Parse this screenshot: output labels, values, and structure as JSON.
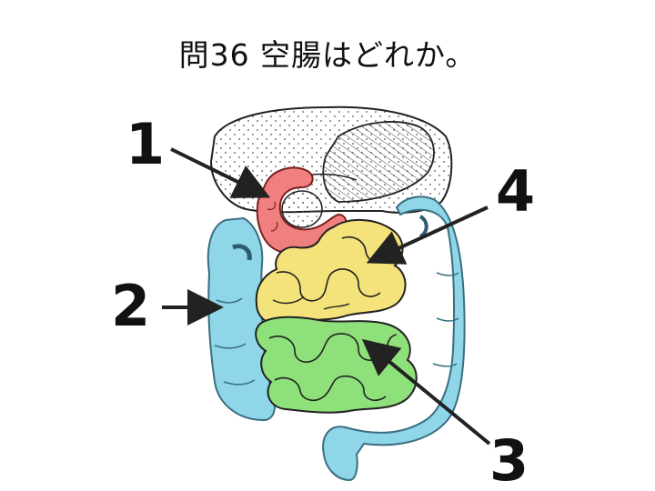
{
  "question": {
    "title": "問36 空腸はどれか。"
  },
  "labels": [
    {
      "id": "1",
      "text": "1"
    },
    {
      "id": "2",
      "text": "2"
    },
    {
      "id": "3",
      "text": "3"
    },
    {
      "id": "4",
      "text": "4"
    }
  ],
  "colors": {
    "duodenum": "#f08080",
    "colon": "#8fd6e8",
    "jejunum": "#f4e27a",
    "ileum": "#8ee07a",
    "outline": "#222222",
    "arrow": "#222222"
  }
}
